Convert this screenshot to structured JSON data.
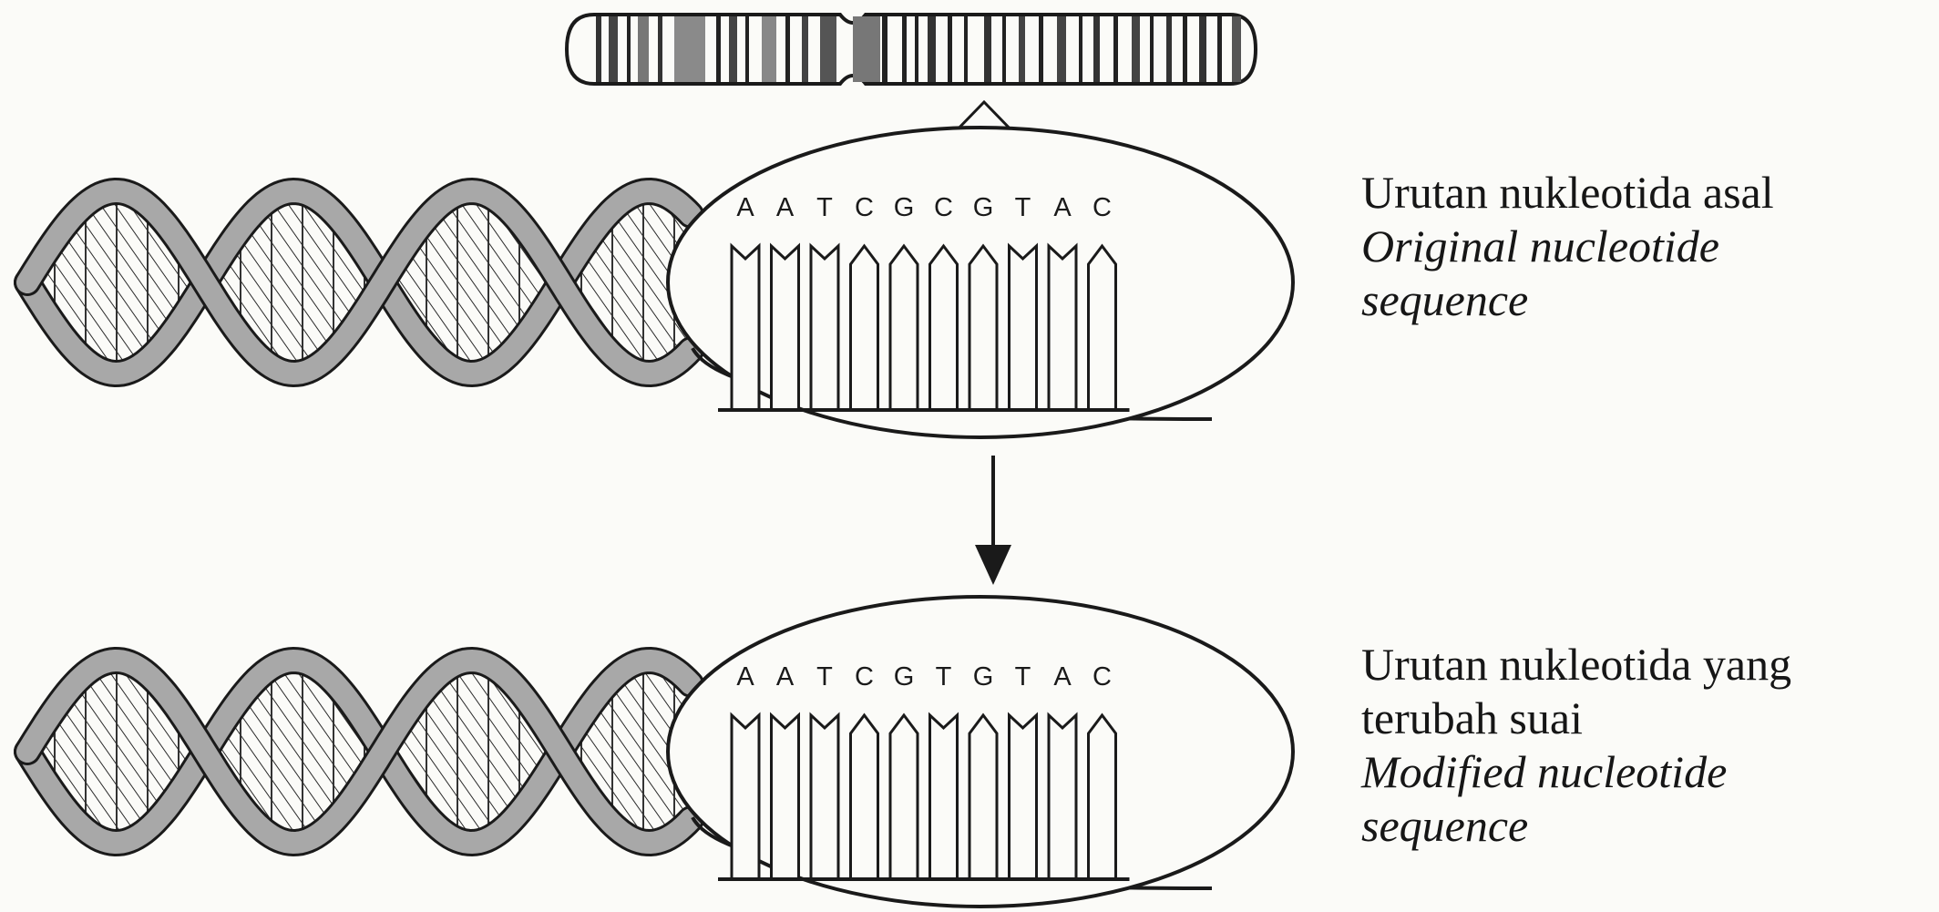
{
  "panels": [
    {
      "id": "original",
      "bases": [
        "A",
        "A",
        "T",
        "C",
        "G",
        "C",
        "G",
        "T",
        "A",
        "C"
      ],
      "label_ms": [
        "Urutan nukleotida asal"
      ],
      "label_en": [
        "Original nucleotide",
        "sequence"
      ]
    },
    {
      "id": "modified",
      "bases": [
        "A",
        "A",
        "T",
        "C",
        "G",
        "T",
        "G",
        "T",
        "A",
        "C"
      ],
      "label_ms": [
        "Urutan nukleotida yang",
        "terubah suai"
      ],
      "label_en": [
        "Modified nucleotide",
        "sequence"
      ]
    }
  ]
}
